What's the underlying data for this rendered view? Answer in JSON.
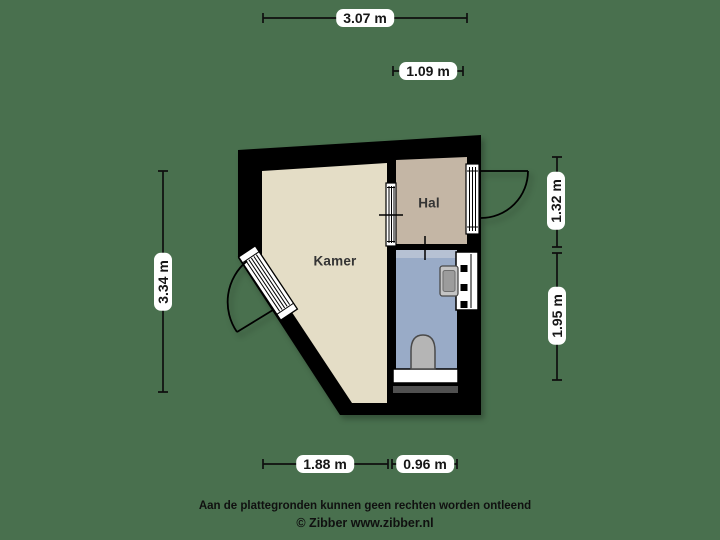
{
  "canvas": {
    "background": "#49704e"
  },
  "colors": {
    "wall": "#000000",
    "kamer": "#e4ddc6",
    "hal": "#c4b6a5",
    "bathroom": "#99abc7",
    "bath_threshold_strip": "#b6c1d3",
    "threshold_white": "#ffffff",
    "step": "#505050",
    "fixture": "#b5b5b5",
    "frame_white": "#ffffff"
  },
  "rooms": {
    "kamer": {
      "label": "Kamer"
    },
    "hal": {
      "label": "Hal"
    }
  },
  "dimensions": {
    "overall_width": "3.07 m",
    "hal_width": "1.09 m",
    "overall_height": "3.34 m",
    "hal_height": "1.32 m",
    "bathroom_height": "1.95 m",
    "kamer_width": "1.88 m",
    "bathroom_width": "0.96 m"
  },
  "footer": {
    "disclaimer": "Aan de plattegronden kunnen geen rechten worden ontleend",
    "credit": "© Zibber www.zibber.nl"
  }
}
